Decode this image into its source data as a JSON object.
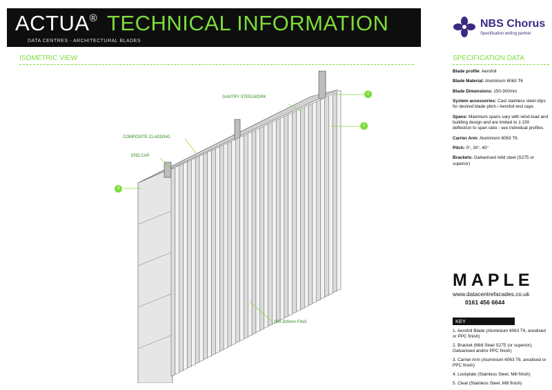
{
  "header": {
    "brand": "ACTUA",
    "brand_mark": "®",
    "title": "TECHNICAL INFORMATION",
    "subtitle": "DATA CENTRES - ARCHITECTURAL BLADES"
  },
  "nbs": {
    "name": "NBS Chorus",
    "tagline": "Specification writing partner"
  },
  "sections": {
    "isometric": "ISOMETRIC VIEW",
    "spec": "SPECIFICATION DATA"
  },
  "spec": [
    {
      "label": "Blade profile",
      "value": ": Aerofoil"
    },
    {
      "label": "Blade Material:",
      "value": " Aluminium 6063 T6"
    },
    {
      "label": "Blade Dimensions:",
      "value": " 150-300mm"
    },
    {
      "label": "System accessories:",
      "value": " Cast stainless steel clips for desired blade pitch / Aerofoil end caps"
    },
    {
      "label": "Spans:",
      "value": " Maximum spans vary with wind-load and building design and are limited to 1:150 deflection to span ratio - see individual profiles."
    },
    {
      "label": "Carrier Arm:",
      "value": " Aluminium 6063 T6"
    },
    {
      "label": "Pitch:",
      "value": " 0°, 30°, 45°"
    },
    {
      "label": "Brackets:",
      "value": " Galvanised mild steel (S275 or superior)"
    }
  ],
  "contact": {
    "logo": "MAPLE",
    "web": "www.datacentrefacades.co.uk",
    "phone": "0161 456 6644"
  },
  "key": {
    "title": "KEY",
    "items": [
      "1. Aerofoil Blade (Aluminium 6063 T6, anodised or PPC finish)",
      "2. Bracket (Mild Steel S275 (or superior), Galvanised and/or PPC finish)",
      "3. Carrier Arm (Aluminium 6063 T6, anodised or PPC finish)",
      "4. Lockplate (Stainless Steel, Mill finish)",
      "5. Cleat (Stainless Steel, Mill finish)"
    ]
  },
  "drawing": {
    "labels": {
      "gantry": "GANTRY STEELWORK",
      "cladding": "COMPOSITE CLADDING",
      "endcap": "END CAP",
      "fins": "150-300mm FINS"
    },
    "markers": [
      "2",
      "1",
      "3"
    ]
  },
  "colors": {
    "accent": "#7ddc3a",
    "header_bg": "#0e0e0e",
    "nbs_purple": "#3c2a82"
  }
}
